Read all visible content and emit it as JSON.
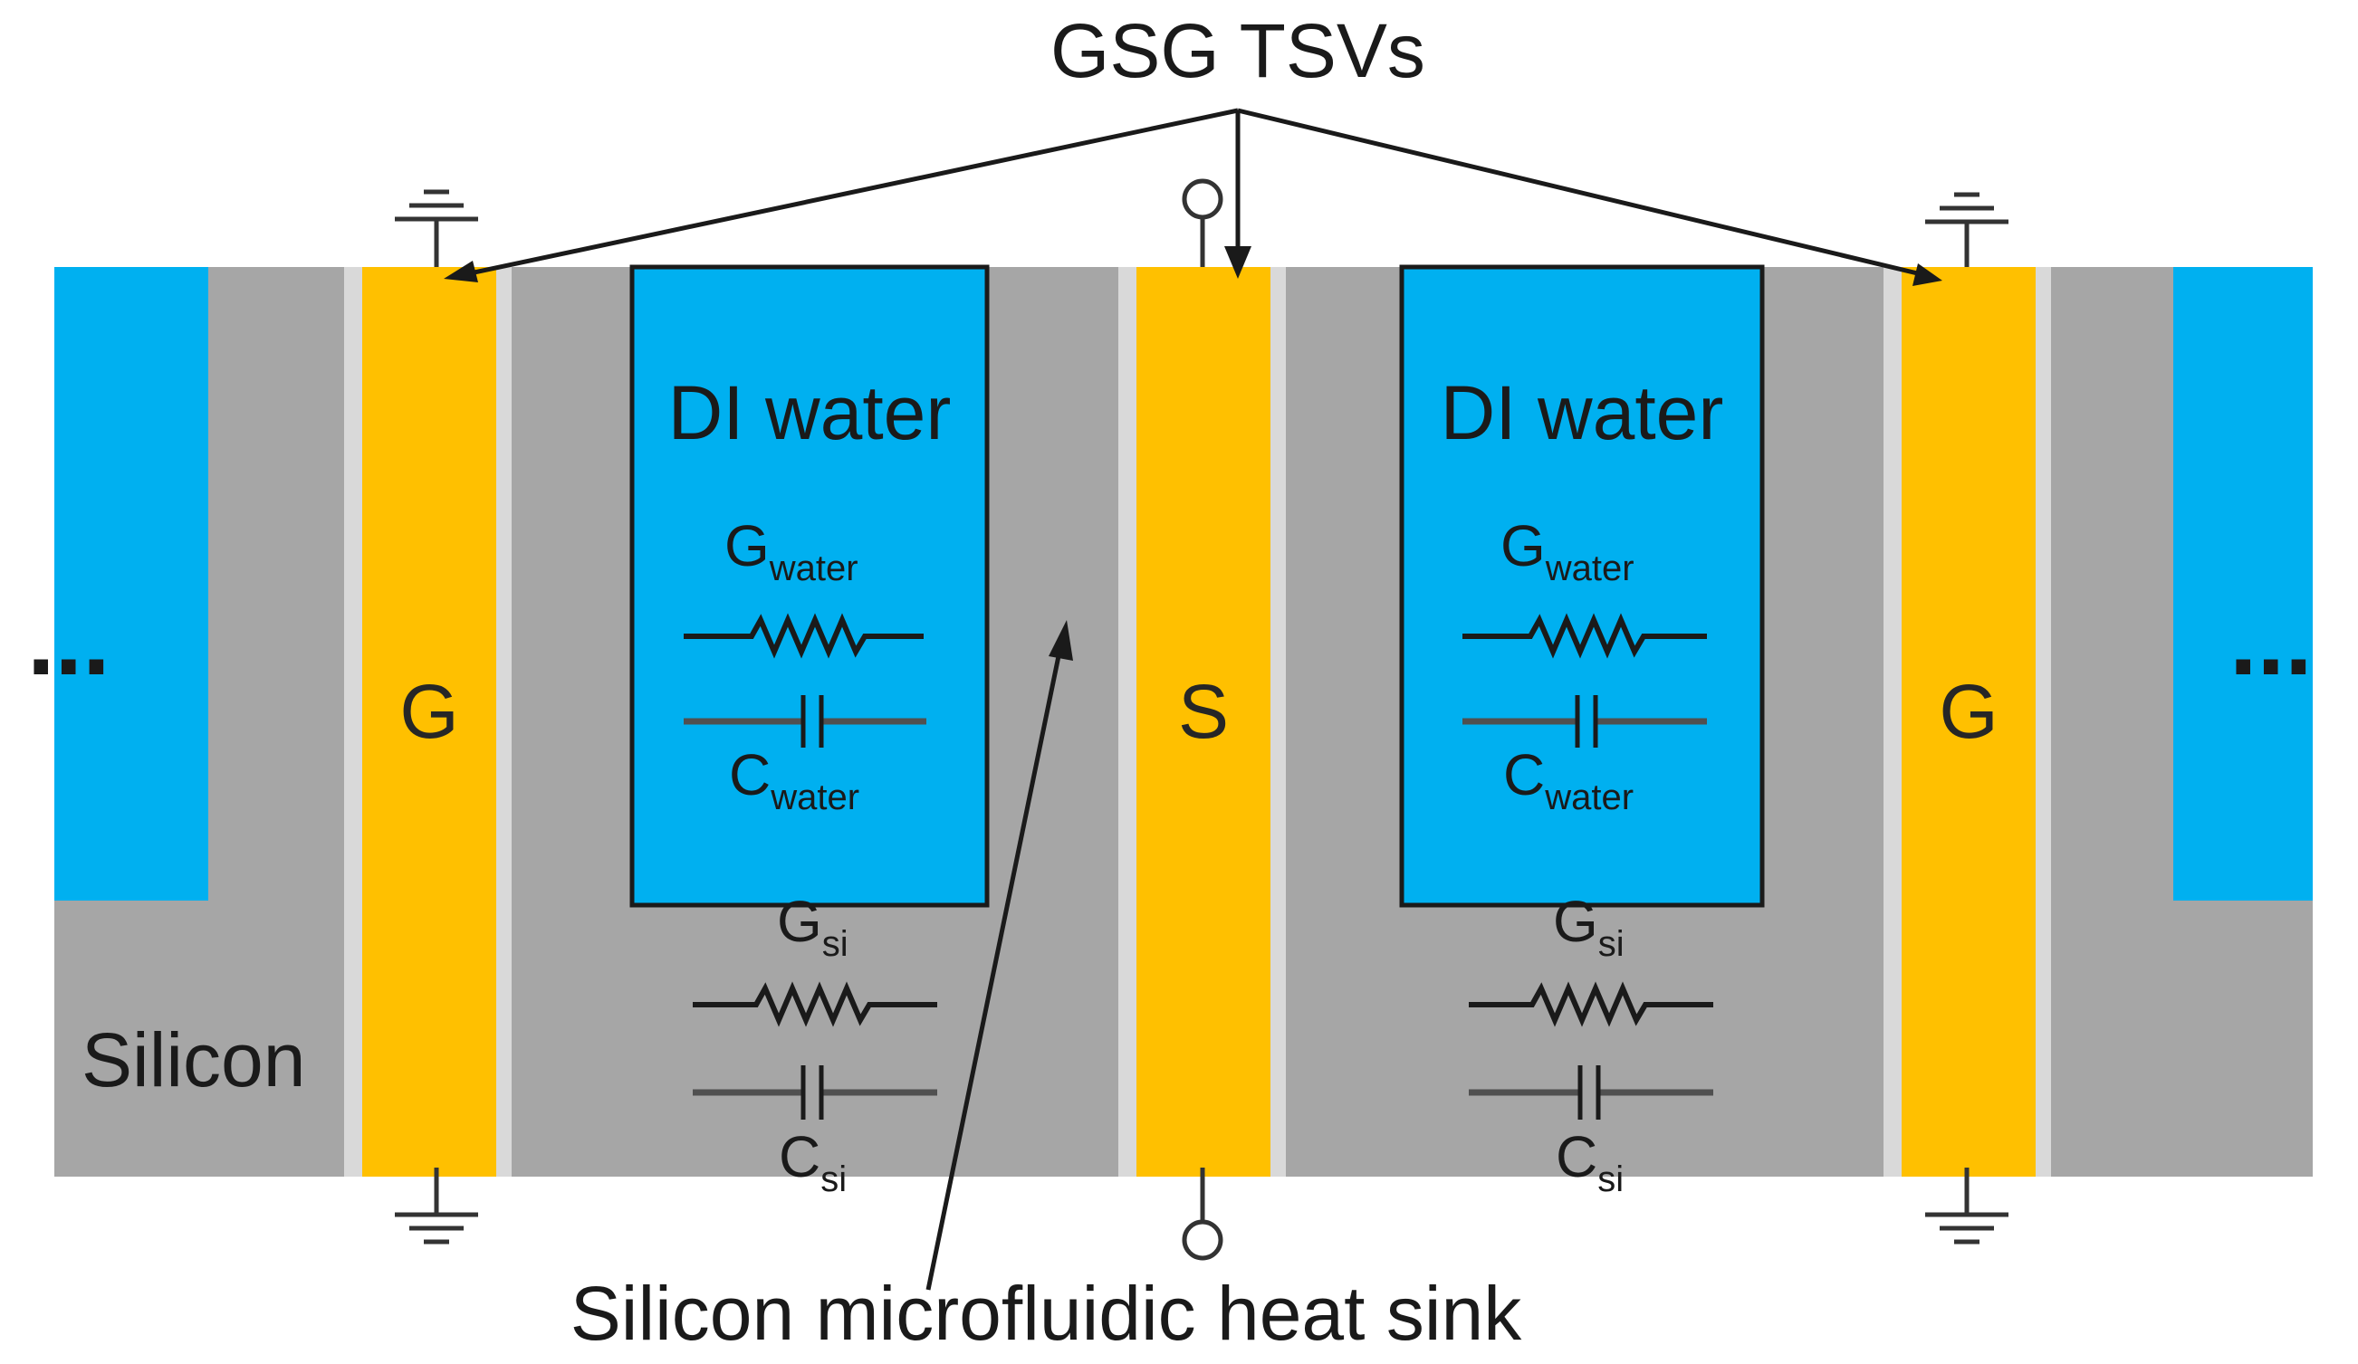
{
  "colors": {
    "water": "#00b0f0",
    "silicon": "#a6a6a6",
    "tsv": "#ffc000",
    "liner": "#d9d9d9",
    "outline": "#1a1a1a",
    "text": "#1a1a1a",
    "label_text": "#262626"
  },
  "labels": {
    "title": "GSG TSVs",
    "silicon": "Silicon",
    "heat_sink": "Silicon microfluidic heat sink",
    "ellipsis": "...",
    "tsv_left": "G",
    "tsv_center": "S",
    "tsv_right": "G",
    "channel_label": "DI water"
  },
  "components": {
    "g_water": {
      "main": "G",
      "sub": "water"
    },
    "c_water": {
      "main": "C",
      "sub": "water"
    },
    "g_si": {
      "main": "G",
      "sub": "si"
    },
    "c_si": {
      "main": "C",
      "sub": "si"
    }
  },
  "icons": [
    "ground-symbol",
    "signal-terminal",
    "resistor-symbol",
    "capacitor-symbol",
    "arrow"
  ]
}
